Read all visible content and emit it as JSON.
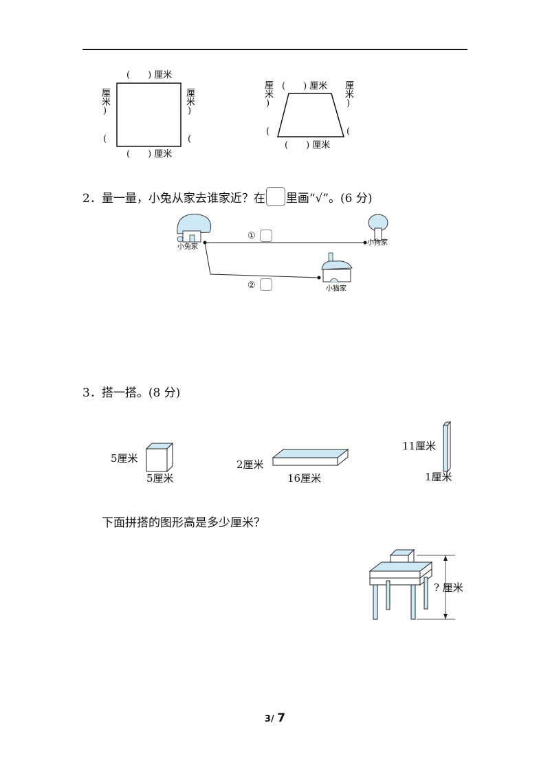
{
  "unit": "厘米",
  "blank_left": "(",
  "blank_right": ")",
  "top_labels": {
    "square_top": "(　　) 厘米",
    "square_bottom": "(　　) 厘米",
    "square_left": "厘米)　　(",
    "square_right": "厘米)　　(",
    "trap_top": "(　　) 厘米",
    "trap_bottom": "(　　) 厘米",
    "trap_left": "厘米)　　(",
    "trap_right": "厘米)　　("
  },
  "q2": {
    "text_before": "2．量一量，小兔从家去谁家近？在",
    "text_after": "里画“√”。(6 分)",
    "route1": "①",
    "route2": "②",
    "rabbit_home": "小兔家",
    "dog_home": "小狗家",
    "cat_home": "小猫家"
  },
  "q3": {
    "title": "3．搭一搭。(8 分)",
    "cube_height": "5厘米",
    "cube_width": "5厘米",
    "slab_height": "2厘米",
    "slab_length": "16厘米",
    "stick_height": "11厘米",
    "stick_width": "1厘米",
    "question": "下面拼搭的图形高是多少厘米？",
    "answer_label": "? 厘米"
  },
  "page": {
    "current": "3",
    "separator": "/",
    "total": "7"
  },
  "colors": {
    "block_fill": "#cfe8f5",
    "line": "#222222"
  }
}
